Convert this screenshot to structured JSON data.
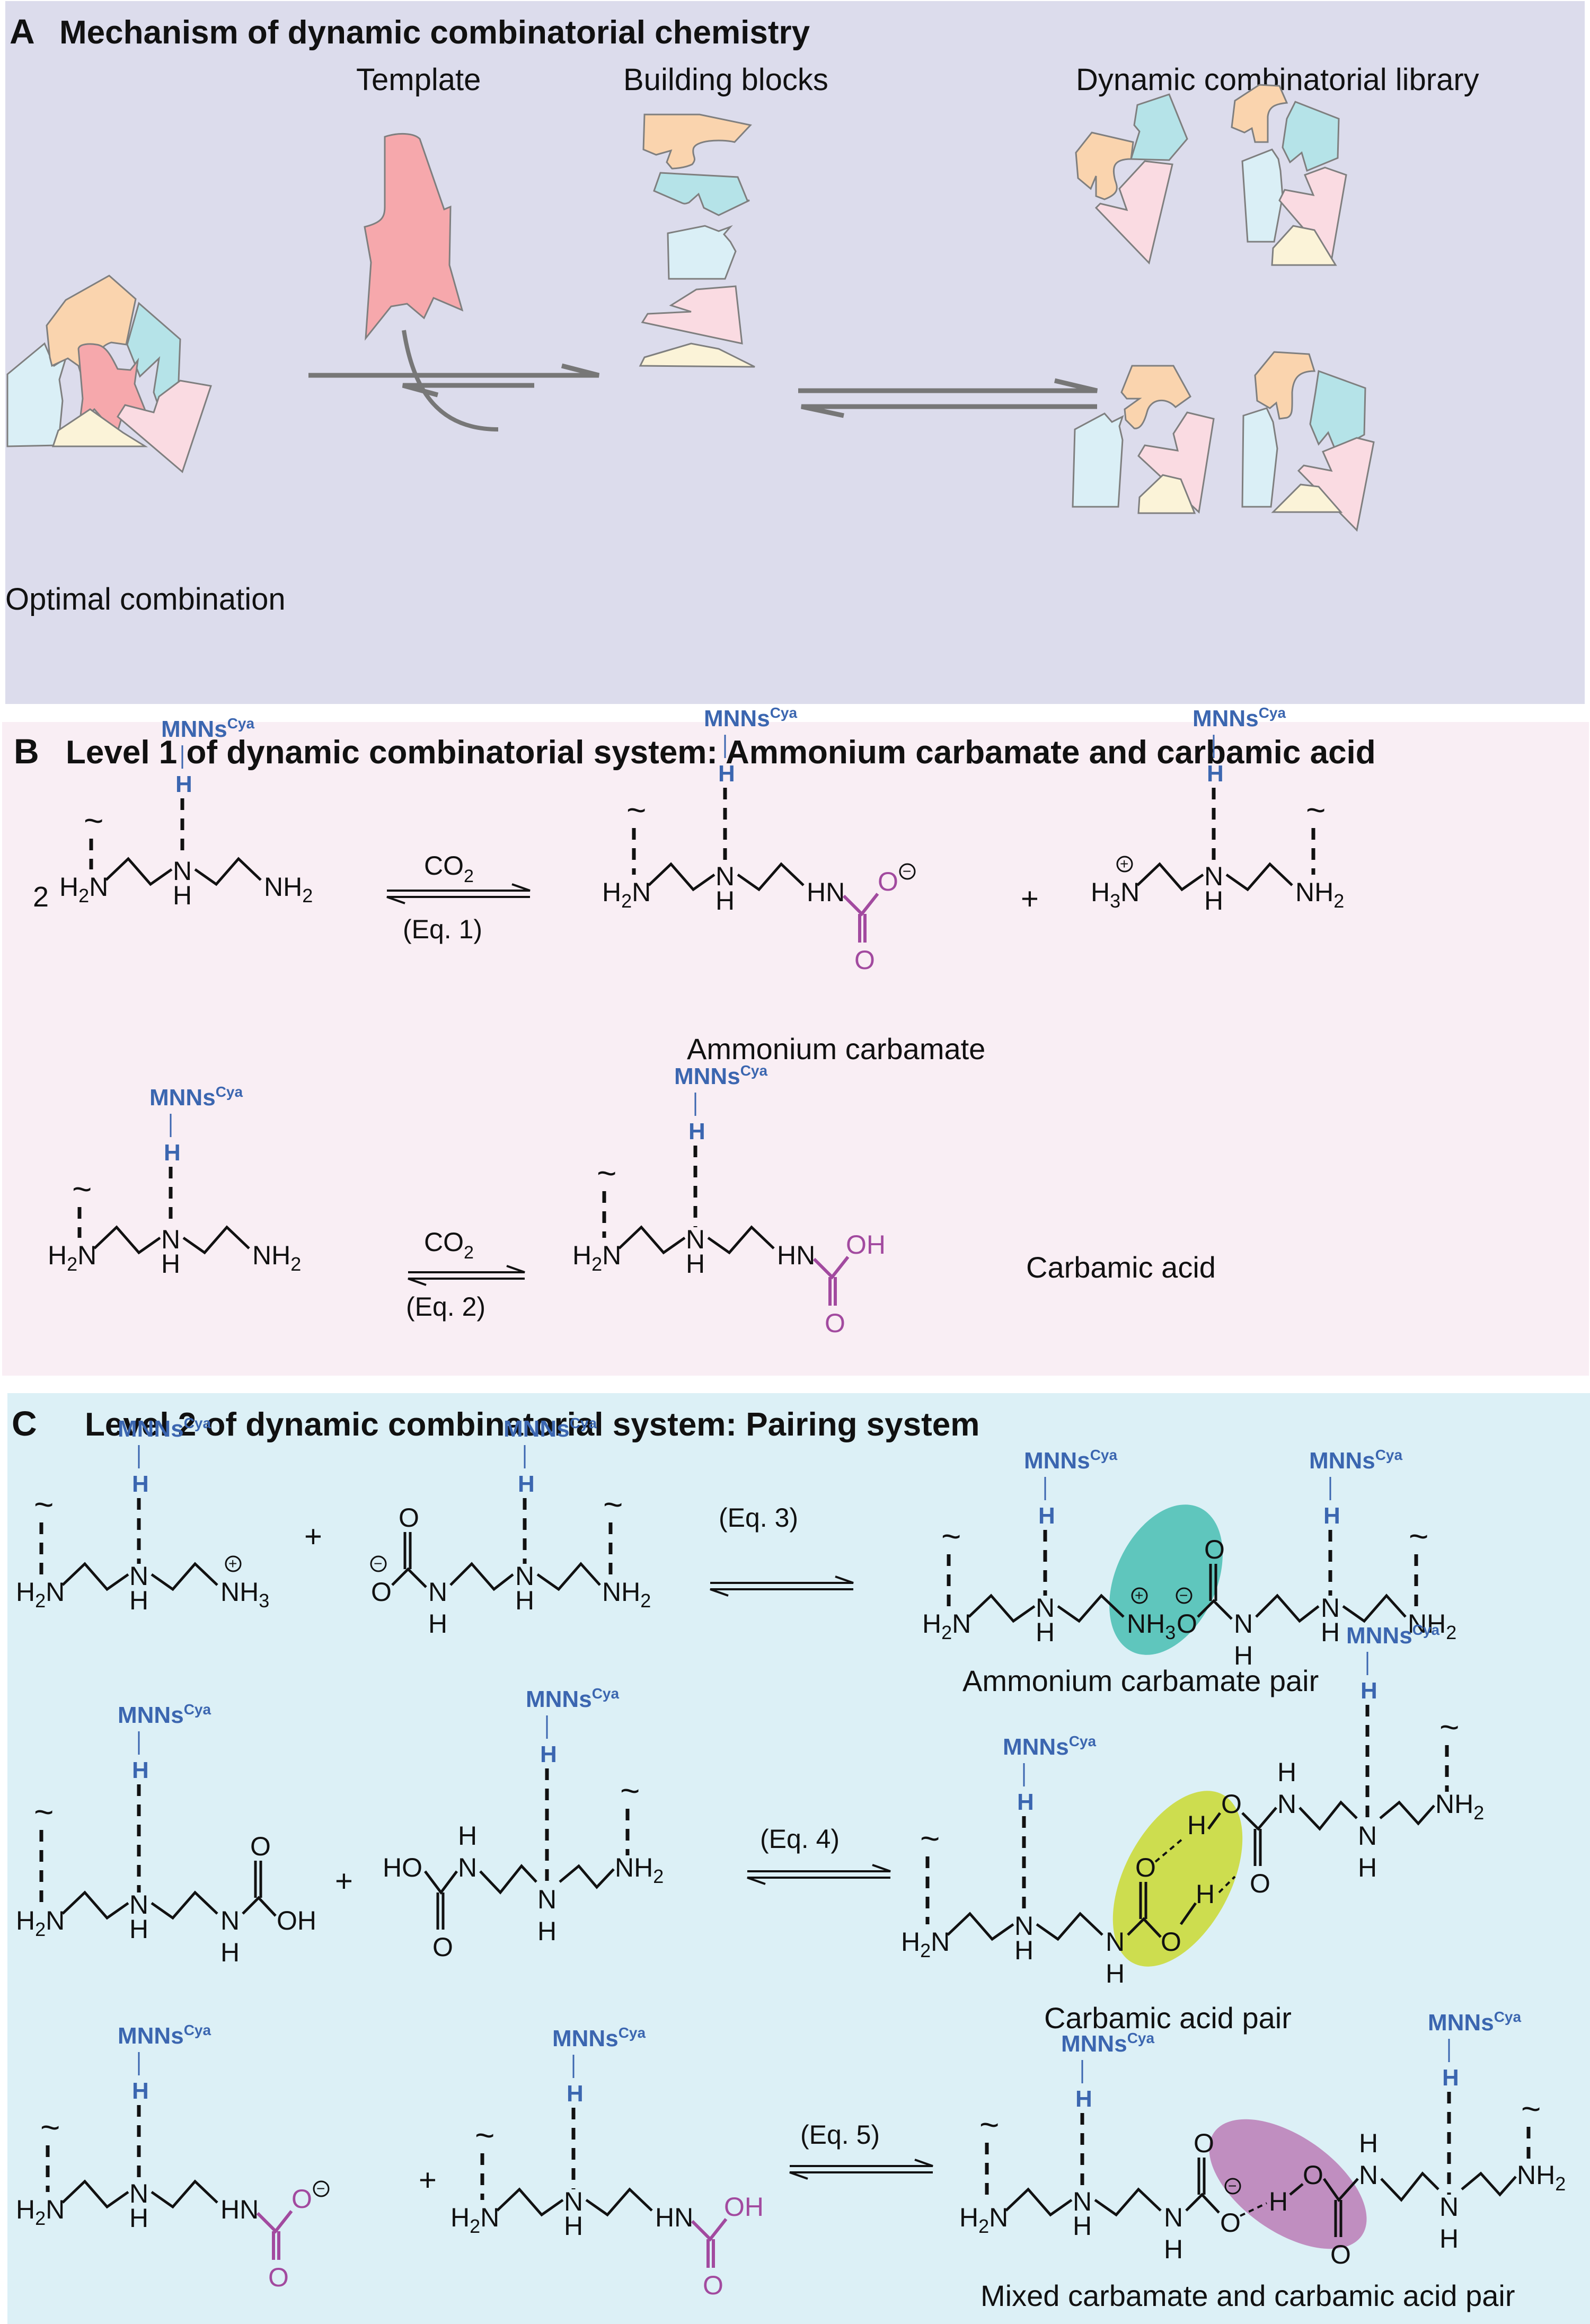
{
  "figure": {
    "colors": {
      "panel_a_bg": "#dcdcec",
      "panel_b_bg": "#f9eef4",
      "panel_c_bg": "#dcf0f6",
      "mnns_blue": "#3b66b0",
      "carbamate_purple": "#a24a9f",
      "ammonium_pair_highlight": "#5fc6bd",
      "carbamic_pair_highlight": "#cddd4f",
      "mixed_pair_highlight": "#c08ec0",
      "block_orange": "#fad4ae",
      "block_teal": "#b5e3e8",
      "block_lightblue": "#daeff6",
      "block_pink": "#fadbe2",
      "block_yellow": "#fbf3d8",
      "template_red": "#f6a8ac"
    }
  },
  "panel_a": {
    "letter": "A",
    "title": "Mechanism of dynamic combinatorial chemistry",
    "labels": {
      "template": "Template",
      "building_blocks": "Building blocks",
      "library": "Dynamic combinatorial library",
      "optimal": "Optimal combination"
    }
  },
  "panel_b": {
    "letter": "B",
    "title": "Level 1 of dynamic combinatorial system: Ammonium carbamate and carbamic acid",
    "mnns": "MNNs",
    "mnns_sup": "Cya",
    "eq1": {
      "reagent": "CO",
      "reagent_sub": "2",
      "label": "(Eq. 1)",
      "coefficient": "2",
      "product_label": "Ammonium carbamate",
      "plus": "+"
    },
    "eq2": {
      "reagent": "CO",
      "reagent_sub": "2",
      "label": "(Eq. 2)",
      "product_label": "Carbamic acid"
    }
  },
  "panel_c": {
    "letter": "C",
    "title": "Level 2 of dynamic combinatorial system: Pairing system",
    "mnns": "MNNs",
    "mnns_sup": "Cya",
    "eq3": {
      "label": "(Eq. 3)",
      "plus": "+",
      "product_label": "Ammonium carbamate pair"
    },
    "eq4": {
      "label": "(Eq. 4)",
      "plus": "+",
      "product_label": "Carbamic acid pair"
    },
    "eq5": {
      "label": "(Eq. 5)",
      "plus": "+",
      "product_label": "Mixed carbamate and carbamic acid pair"
    }
  },
  "atoms": {
    "H": "H",
    "N": "N",
    "O": "O",
    "OH": "OH",
    "HO": "HO",
    "HN": "HN",
    "H2N": "H",
    "H2N_sub": "2",
    "H2N_tail": "N",
    "NH2": "NH",
    "NH2_sub": "2",
    "NH3": "NH",
    "NH3_sub": "3",
    "H3N": "H",
    "H3N_sub": "3",
    "H3N_tail": "N",
    "tilde": "~",
    "plus_charge": "+",
    "minus_charge": "−"
  }
}
